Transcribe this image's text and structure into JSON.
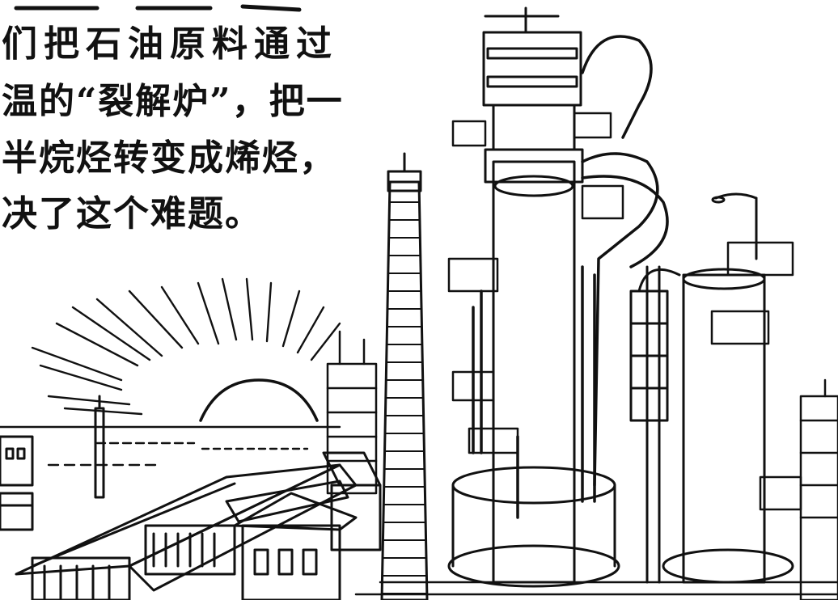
{
  "passage": {
    "lines": [
      "们把石油原料通过",
      "温的“裂解炉”，把一",
      "半烷烃转变成烯烃，",
      "决了这个难题。"
    ]
  },
  "colors": {
    "ink": "#111111",
    "paper": "#ffffff"
  },
  "illustration": {
    "elements": [
      "rising-sun",
      "sun-rays",
      "factory-buildings",
      "smokestack",
      "cracking-towers",
      "piping",
      "platforms",
      "lamp-post"
    ]
  }
}
